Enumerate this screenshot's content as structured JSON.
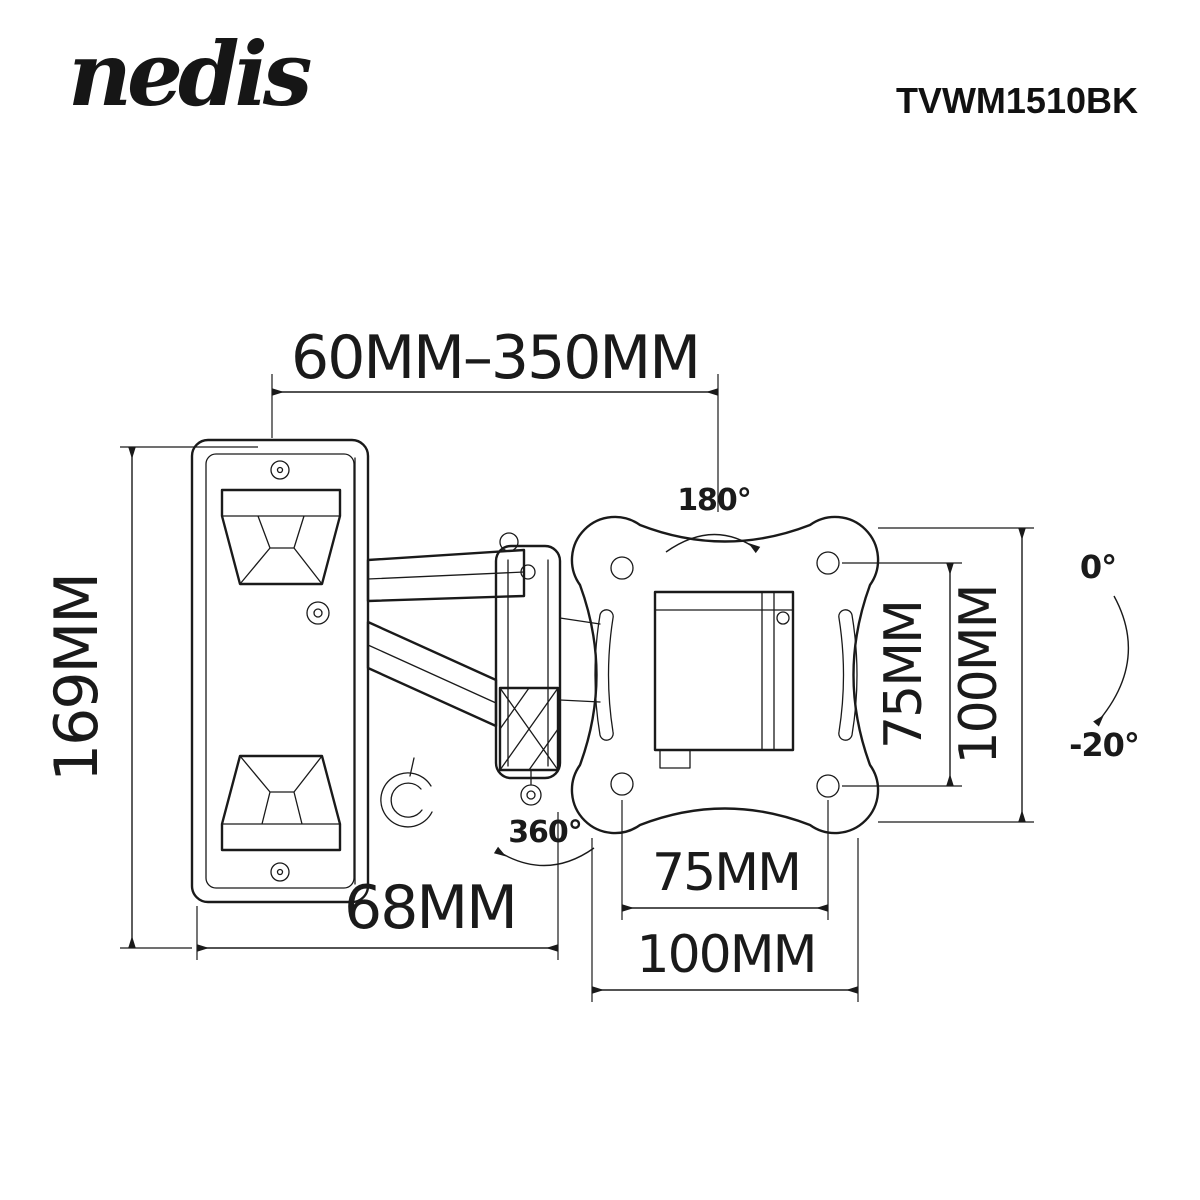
{
  "header": {
    "logo_text": "nedis",
    "product_code": "TVWM1510BK"
  },
  "drawing": {
    "dimensions": {
      "arm_extension_range": "60MM–350MM",
      "wall_bracket_height": "169MM",
      "wall_bracket_depth": "68MM",
      "vesa_vertical_75": "75MM",
      "vesa_vertical_100": "100MM",
      "vesa_horizontal_75": "75MM",
      "vesa_horizontal_100": "100MM"
    },
    "angles": {
      "swivel_180": "180°",
      "rotation_360": "360°",
      "tilt_up": "0°",
      "tilt_down": "-20°"
    },
    "colors": {
      "line": "#1a1a1a",
      "background": "#ffffff"
    }
  }
}
